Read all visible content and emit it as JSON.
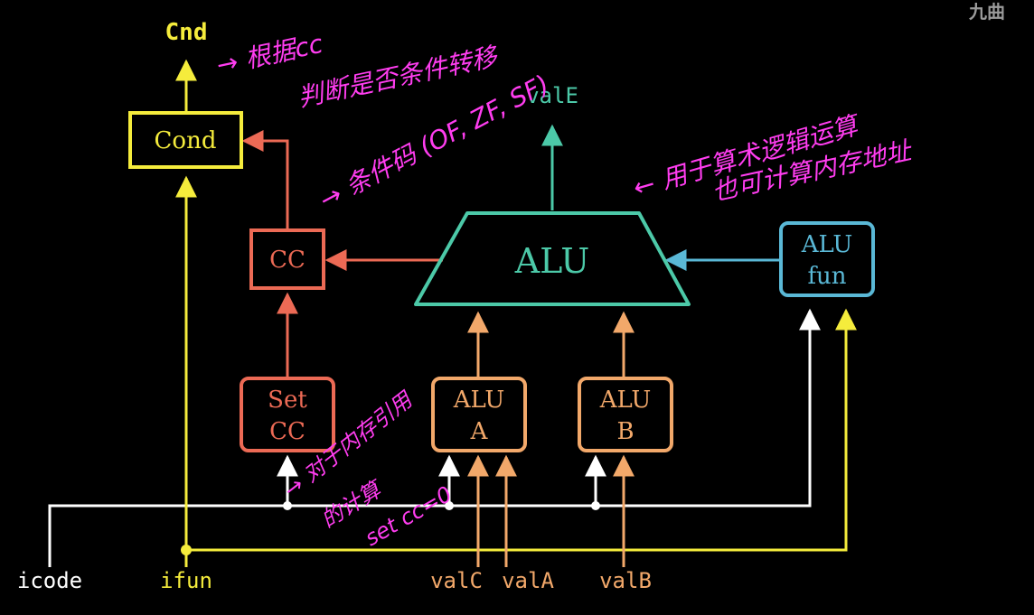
{
  "watermark": "九曲",
  "colors": {
    "background": "#000000",
    "yellow": "#f5ec3c",
    "red": "#ec6a55",
    "teal": "#4cc9a8",
    "blue": "#5ab8d6",
    "orange": "#f2a86a",
    "white": "#ffffff",
    "ink": "#ff3df0"
  },
  "blocks": {
    "cond": "Cond",
    "cc": "CC",
    "alu": "ALU",
    "alu_fun_line1": "ALU",
    "alu_fun_line2": "fun",
    "set_cc_line1": "Set",
    "set_cc_line2": "CC",
    "alu_a_line1": "ALU",
    "alu_a_line2": "A",
    "alu_b_line1": "ALU",
    "alu_b_line2": "B"
  },
  "signals": {
    "cnd": "Cnd",
    "vale": "valE",
    "icode": "icode",
    "ifun": "ifun",
    "valc": "valC",
    "vala": "valA",
    "valb": "valB"
  },
  "annotations": {
    "cond_note_line1": "→ 根据cc",
    "cond_note_line2": "判断是否条件转移",
    "cc_note": "→ 条件码 (OF, ZF, SF)",
    "alu_note_line1": "← 用于算术逻辑运算",
    "alu_note_line2": "也可计算内存地址",
    "setcc_note_line1": "→ 对于内存引用",
    "setcc_note_line2": "的计算",
    "setcc_note_line3": "set cc=0"
  }
}
